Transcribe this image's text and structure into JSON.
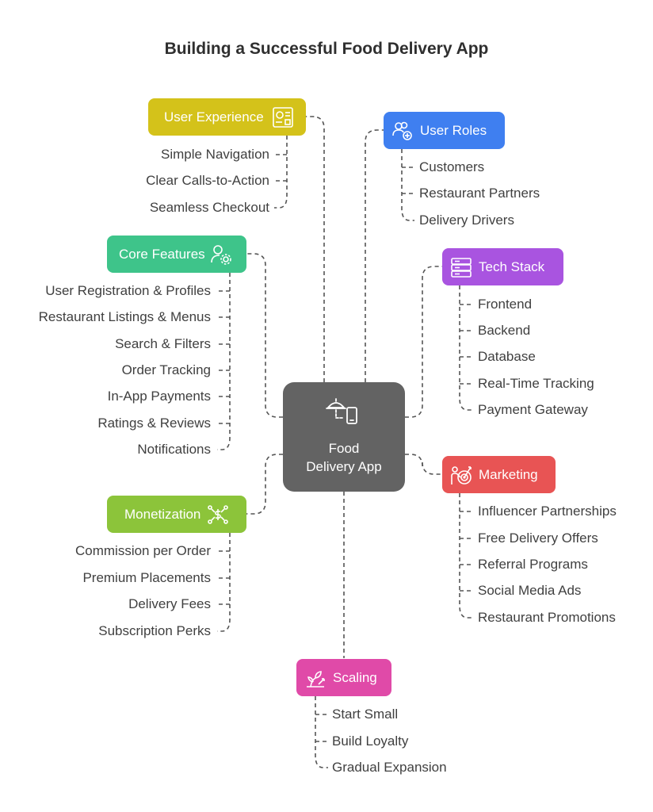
{
  "title": "Building a Successful Food Delivery App",
  "center": {
    "line1": "Food",
    "line2": "Delivery App",
    "icon": "food-delivery-icon",
    "color": "#636363"
  },
  "branches": {
    "user_experience": {
      "label": "User Experience",
      "icon": "ux-screen-icon",
      "color": "#d4c21a",
      "items": [
        "Simple Navigation",
        "Clear Calls-to-Action",
        "Seamless Checkout"
      ]
    },
    "user_roles": {
      "label": "User Roles",
      "icon": "users-icon",
      "color": "#3f7ff0",
      "items": [
        "Customers",
        "Restaurant Partners",
        "Delivery Drivers"
      ]
    },
    "core_features": {
      "label": "Core Features",
      "icon": "user-gear-icon",
      "color": "#3ec48a",
      "items": [
        "User Registration & Profiles",
        "Restaurant Listings & Menus",
        "Search & Filters",
        "Order Tracking",
        "In-App Payments",
        "Ratings & Reviews",
        "Notifications"
      ]
    },
    "tech_stack": {
      "label": "Tech Stack",
      "icon": "server-stack-icon",
      "color": "#a954e0",
      "items": [
        "Frontend",
        "Backend",
        "Database",
        "Real-Time Tracking",
        "Payment Gateway"
      ]
    },
    "monetization": {
      "label": "Monetization",
      "icon": "dollar-network-icon",
      "color": "#8cc43a",
      "items": [
        "Commission per Order",
        "Premium Placements",
        "Delivery Fees",
        "Subscription Perks"
      ]
    },
    "marketing": {
      "label": "Marketing",
      "icon": "target-person-icon",
      "color": "#e85454",
      "items": [
        "Influencer Partnerships",
        "Free Delivery Offers",
        "Referral Programs",
        "Social Media Ads",
        "Restaurant Promotions"
      ]
    },
    "scaling": {
      "label": "Scaling",
      "icon": "growth-plant-icon",
      "color": "#e04aa8",
      "items": [
        "Start Small",
        "Build Loyalty",
        "Gradual Expansion"
      ]
    }
  }
}
